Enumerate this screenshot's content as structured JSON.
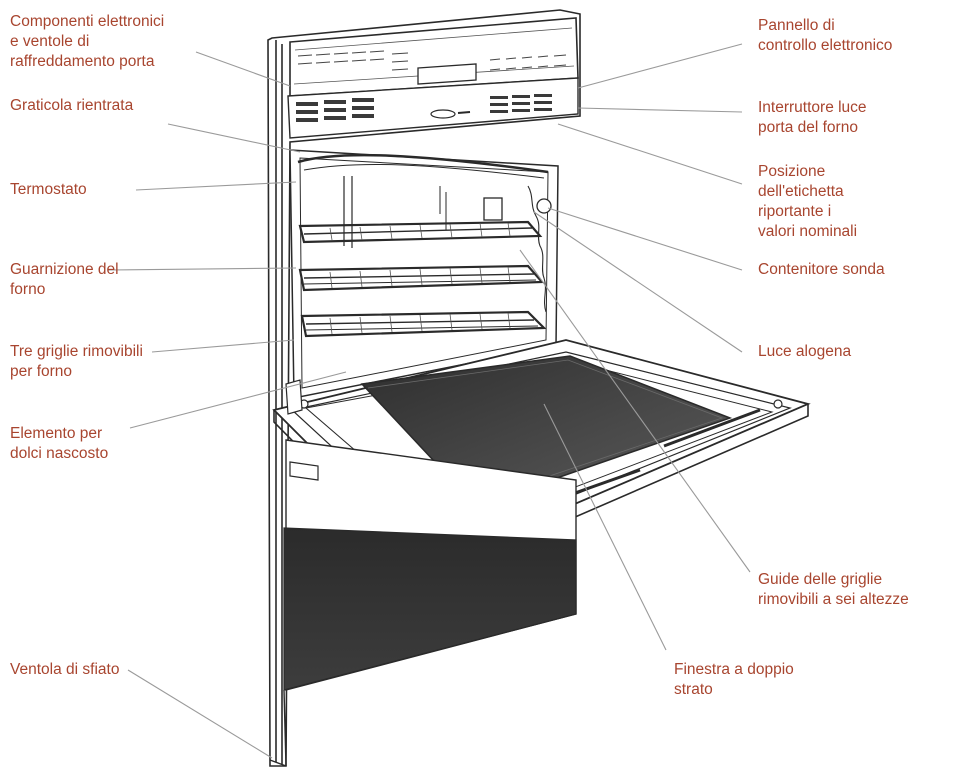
{
  "labels": {
    "componenti": "Componenti elettronici\ne ventole di\nraffreddamento porta",
    "graticola": "Graticola rientrata",
    "termostato": "Termostato",
    "guarnizione": "Guarnizione del\nforno",
    "griglie": "Tre griglie rimovibili\nper forno",
    "elemento": "Elemento per\ndolci nascosto",
    "ventola": "Ventola di sfiato",
    "pannello": "Pannello di\ncontrollo elettronico",
    "interruttore": "Interruttore luce\nporta del forno",
    "etichetta": "Posizione\ndell'etichetta\nriportante i\nvalori nominali",
    "sonda": "Contenitore sonda",
    "alogena": "Luce alogena",
    "guide": "Guide delle griglie\nrimovibili a sei altezze",
    "finestra": "Finestra a doppio\nstrato"
  },
  "colors": {
    "label_text": "#a8452f",
    "leader_line": "#9a9a9a",
    "outline": "#2a2a2a",
    "window_fill": "#3a3a3a"
  }
}
